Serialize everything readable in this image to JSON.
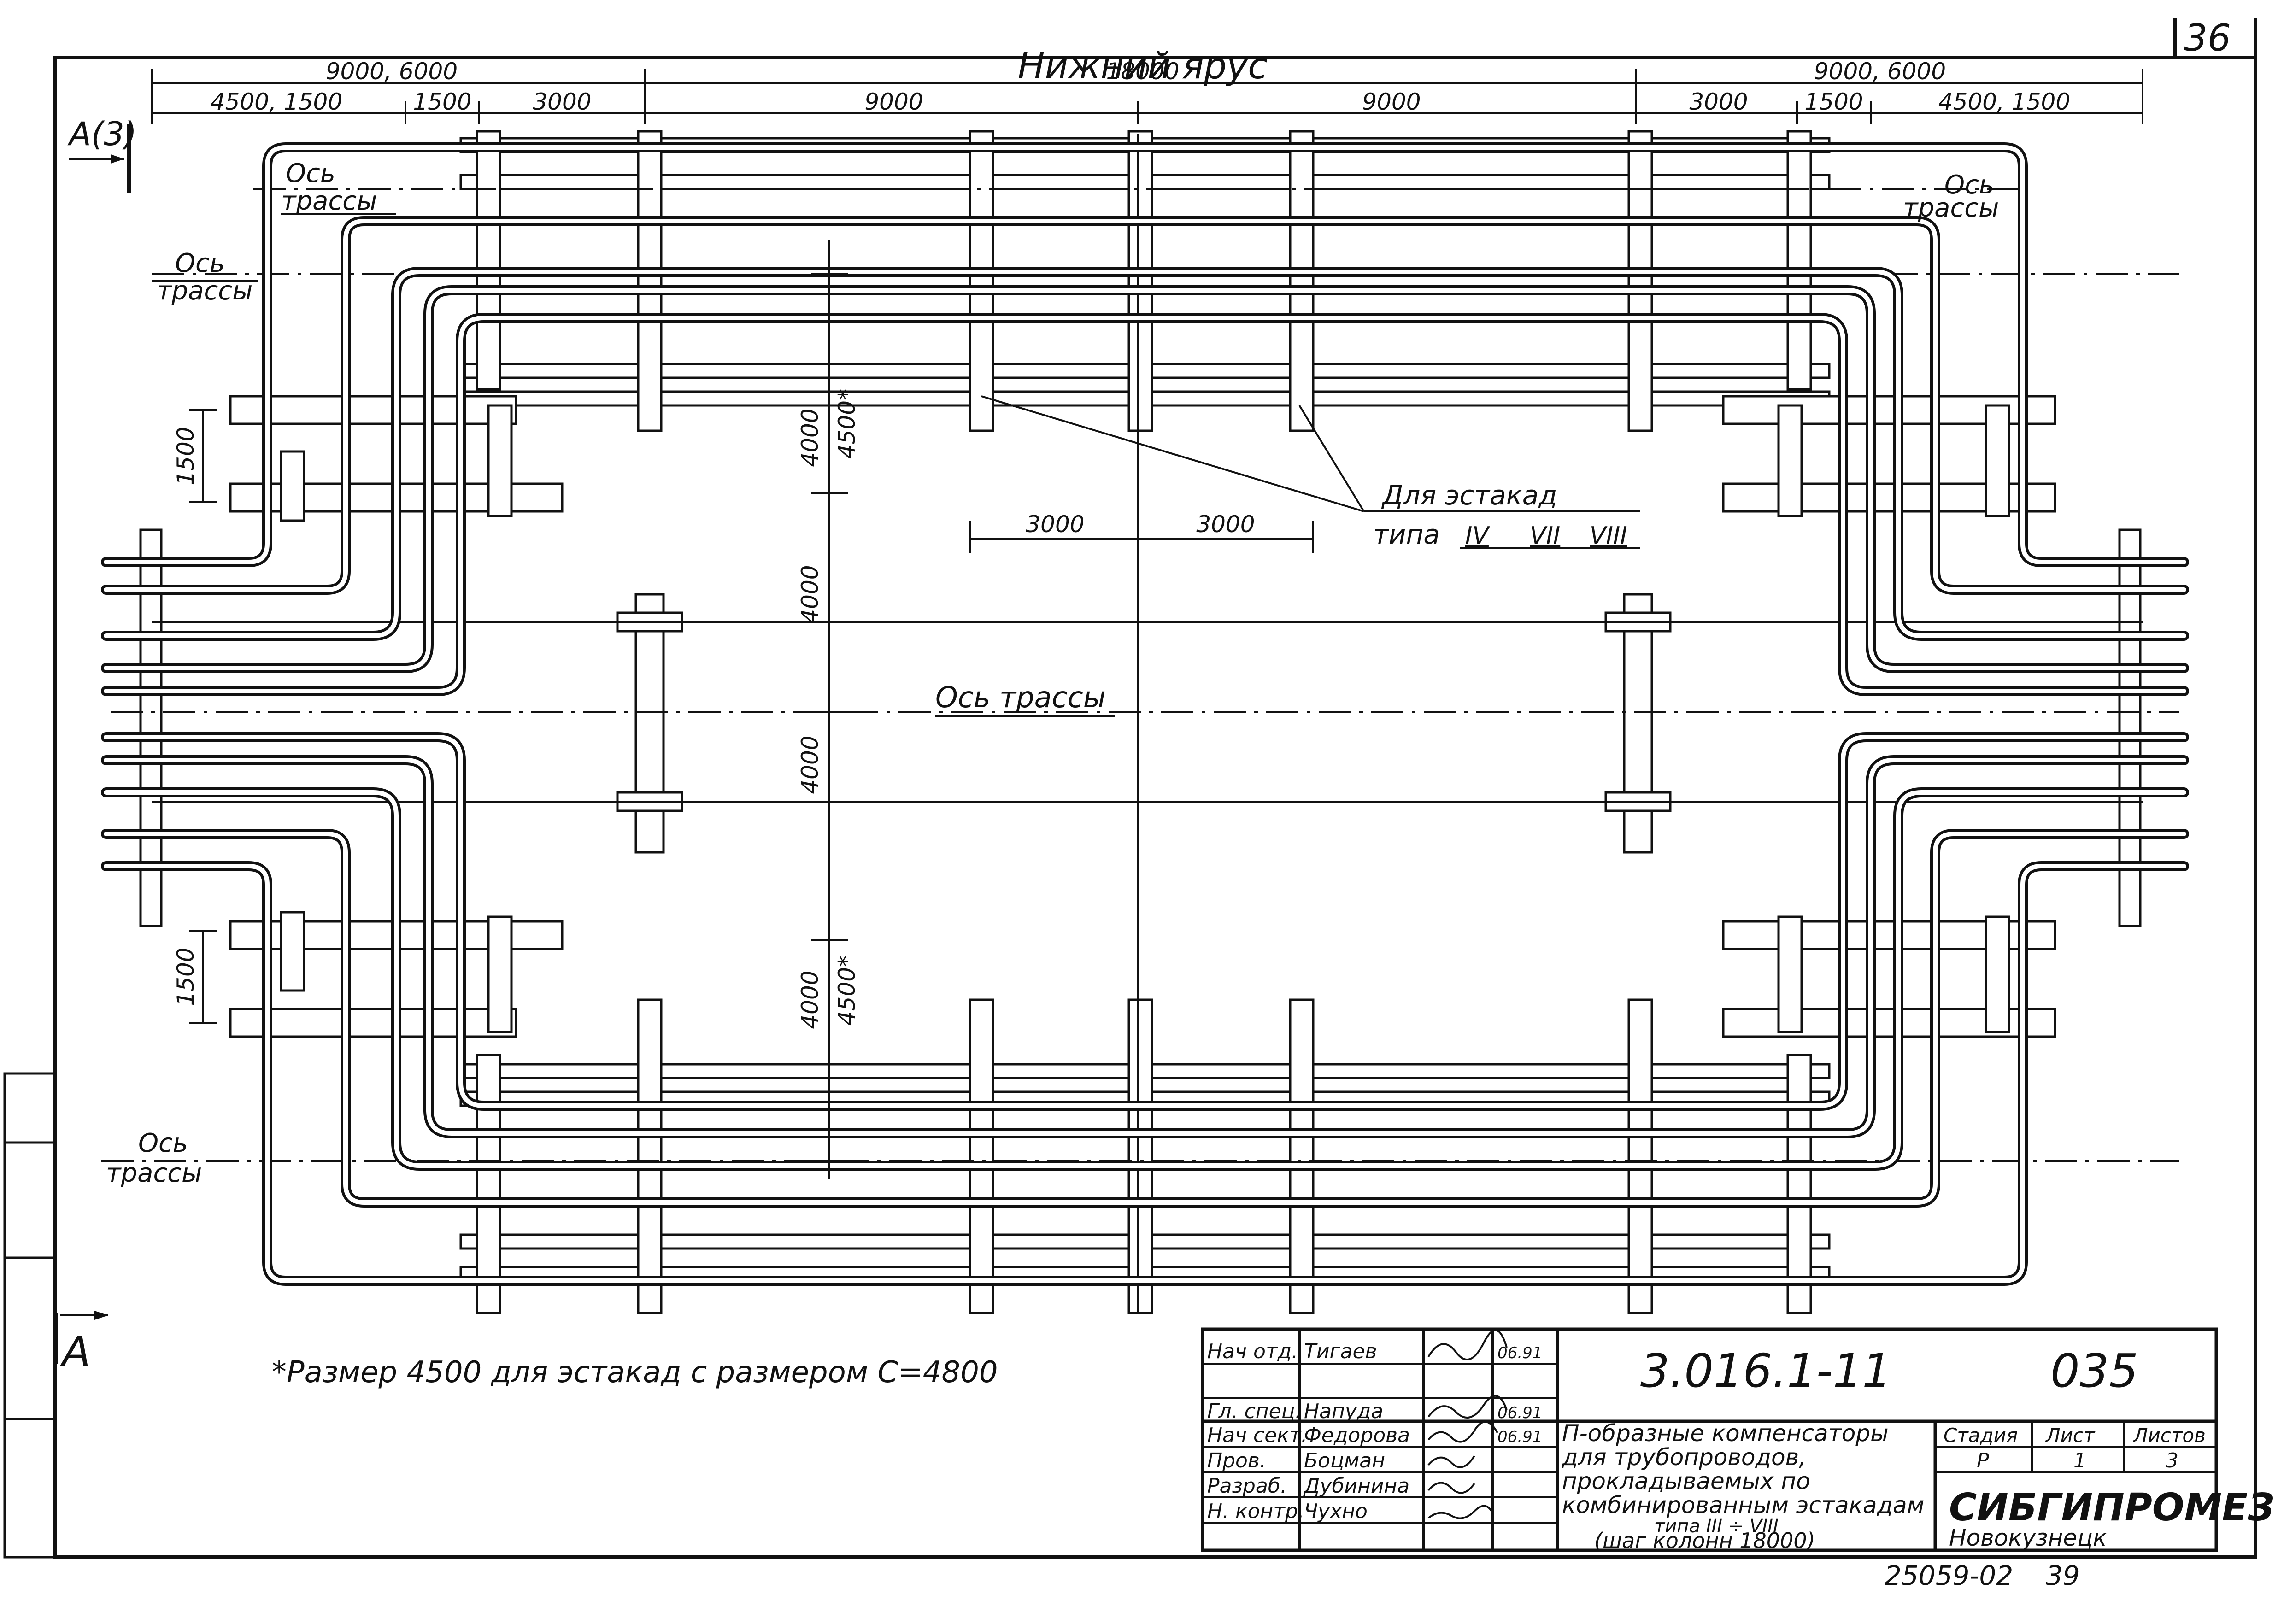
{
  "sheet_number": "36",
  "tier_title": "Нижний ярус",
  "section_marks": {
    "top": "А(3)",
    "bottom": "А"
  },
  "dimensions": {
    "top_row1": [
      "9000, 6000",
      "18000",
      "9000, 6000"
    ],
    "top_row2": [
      "4500, 1500",
      "1500",
      "3000",
      "9000",
      "9000",
      "3000",
      "1500",
      "4500, 1500"
    ],
    "left_1500_upper": "1500",
    "left_1500_lower": "1500",
    "vertical_upper_a": "4000",
    "vertical_upper_b": "4500*",
    "vertical_mid_1": "4000",
    "vertical_mid_2": "4000",
    "vertical_lower_a": "4000",
    "vertical_lower_b": "4500*",
    "span_left": "3000",
    "span_right": "3000"
  },
  "axis_labels": {
    "upper_left": [
      "Ось",
      "трассы"
    ],
    "left": [
      "Ось",
      "трассы"
    ],
    "upper_right": [
      "Ось",
      "трассы"
    ],
    "center": "Ось трассы",
    "lower_left": [
      "Ось",
      "трассы"
    ]
  },
  "callout": {
    "line1": "Для эстакад",
    "line2_prefix": "типа",
    "types": [
      "IV",
      "VII",
      "VIII"
    ]
  },
  "footnote": "*Размер 4500 для эстакад с размером С=4800",
  "title_block": {
    "doc_code": "3.016.1-11",
    "doc_suffix": "035",
    "roles": [
      {
        "role": "Нач отд.",
        "name": "Тигаев",
        "date": "06.91"
      },
      {
        "role": "Гл. спец.",
        "name": "Напуда",
        "date": "06.91"
      },
      {
        "role": "Нач сект.",
        "name": "Федорова",
        "date": "06.91"
      },
      {
        "role": "Пров.",
        "name": "Боцман",
        "date": ""
      },
      {
        "role": "Разраб.",
        "name": "Дубинина",
        "date": ""
      },
      {
        "role": "Н. контр.",
        "name": "Чухно",
        "date": ""
      }
    ],
    "description": [
      "П-образные компенсаторы",
      "для трубопроводов,",
      "прокладываемых по",
      "комбинированным эстакадам",
      "типа III ÷ VIII",
      "(шаг колонн 18000)"
    ],
    "stage_header": "Стадия",
    "sheet_header": "Лист",
    "sheets_header": "Листов",
    "stage": "Р",
    "sheet": "1",
    "sheets": "3",
    "org": "СИБГИПРОМЕЗ",
    "city": "Новокузнецк"
  },
  "archive_number": "25059-02",
  "archive_page": "39"
}
